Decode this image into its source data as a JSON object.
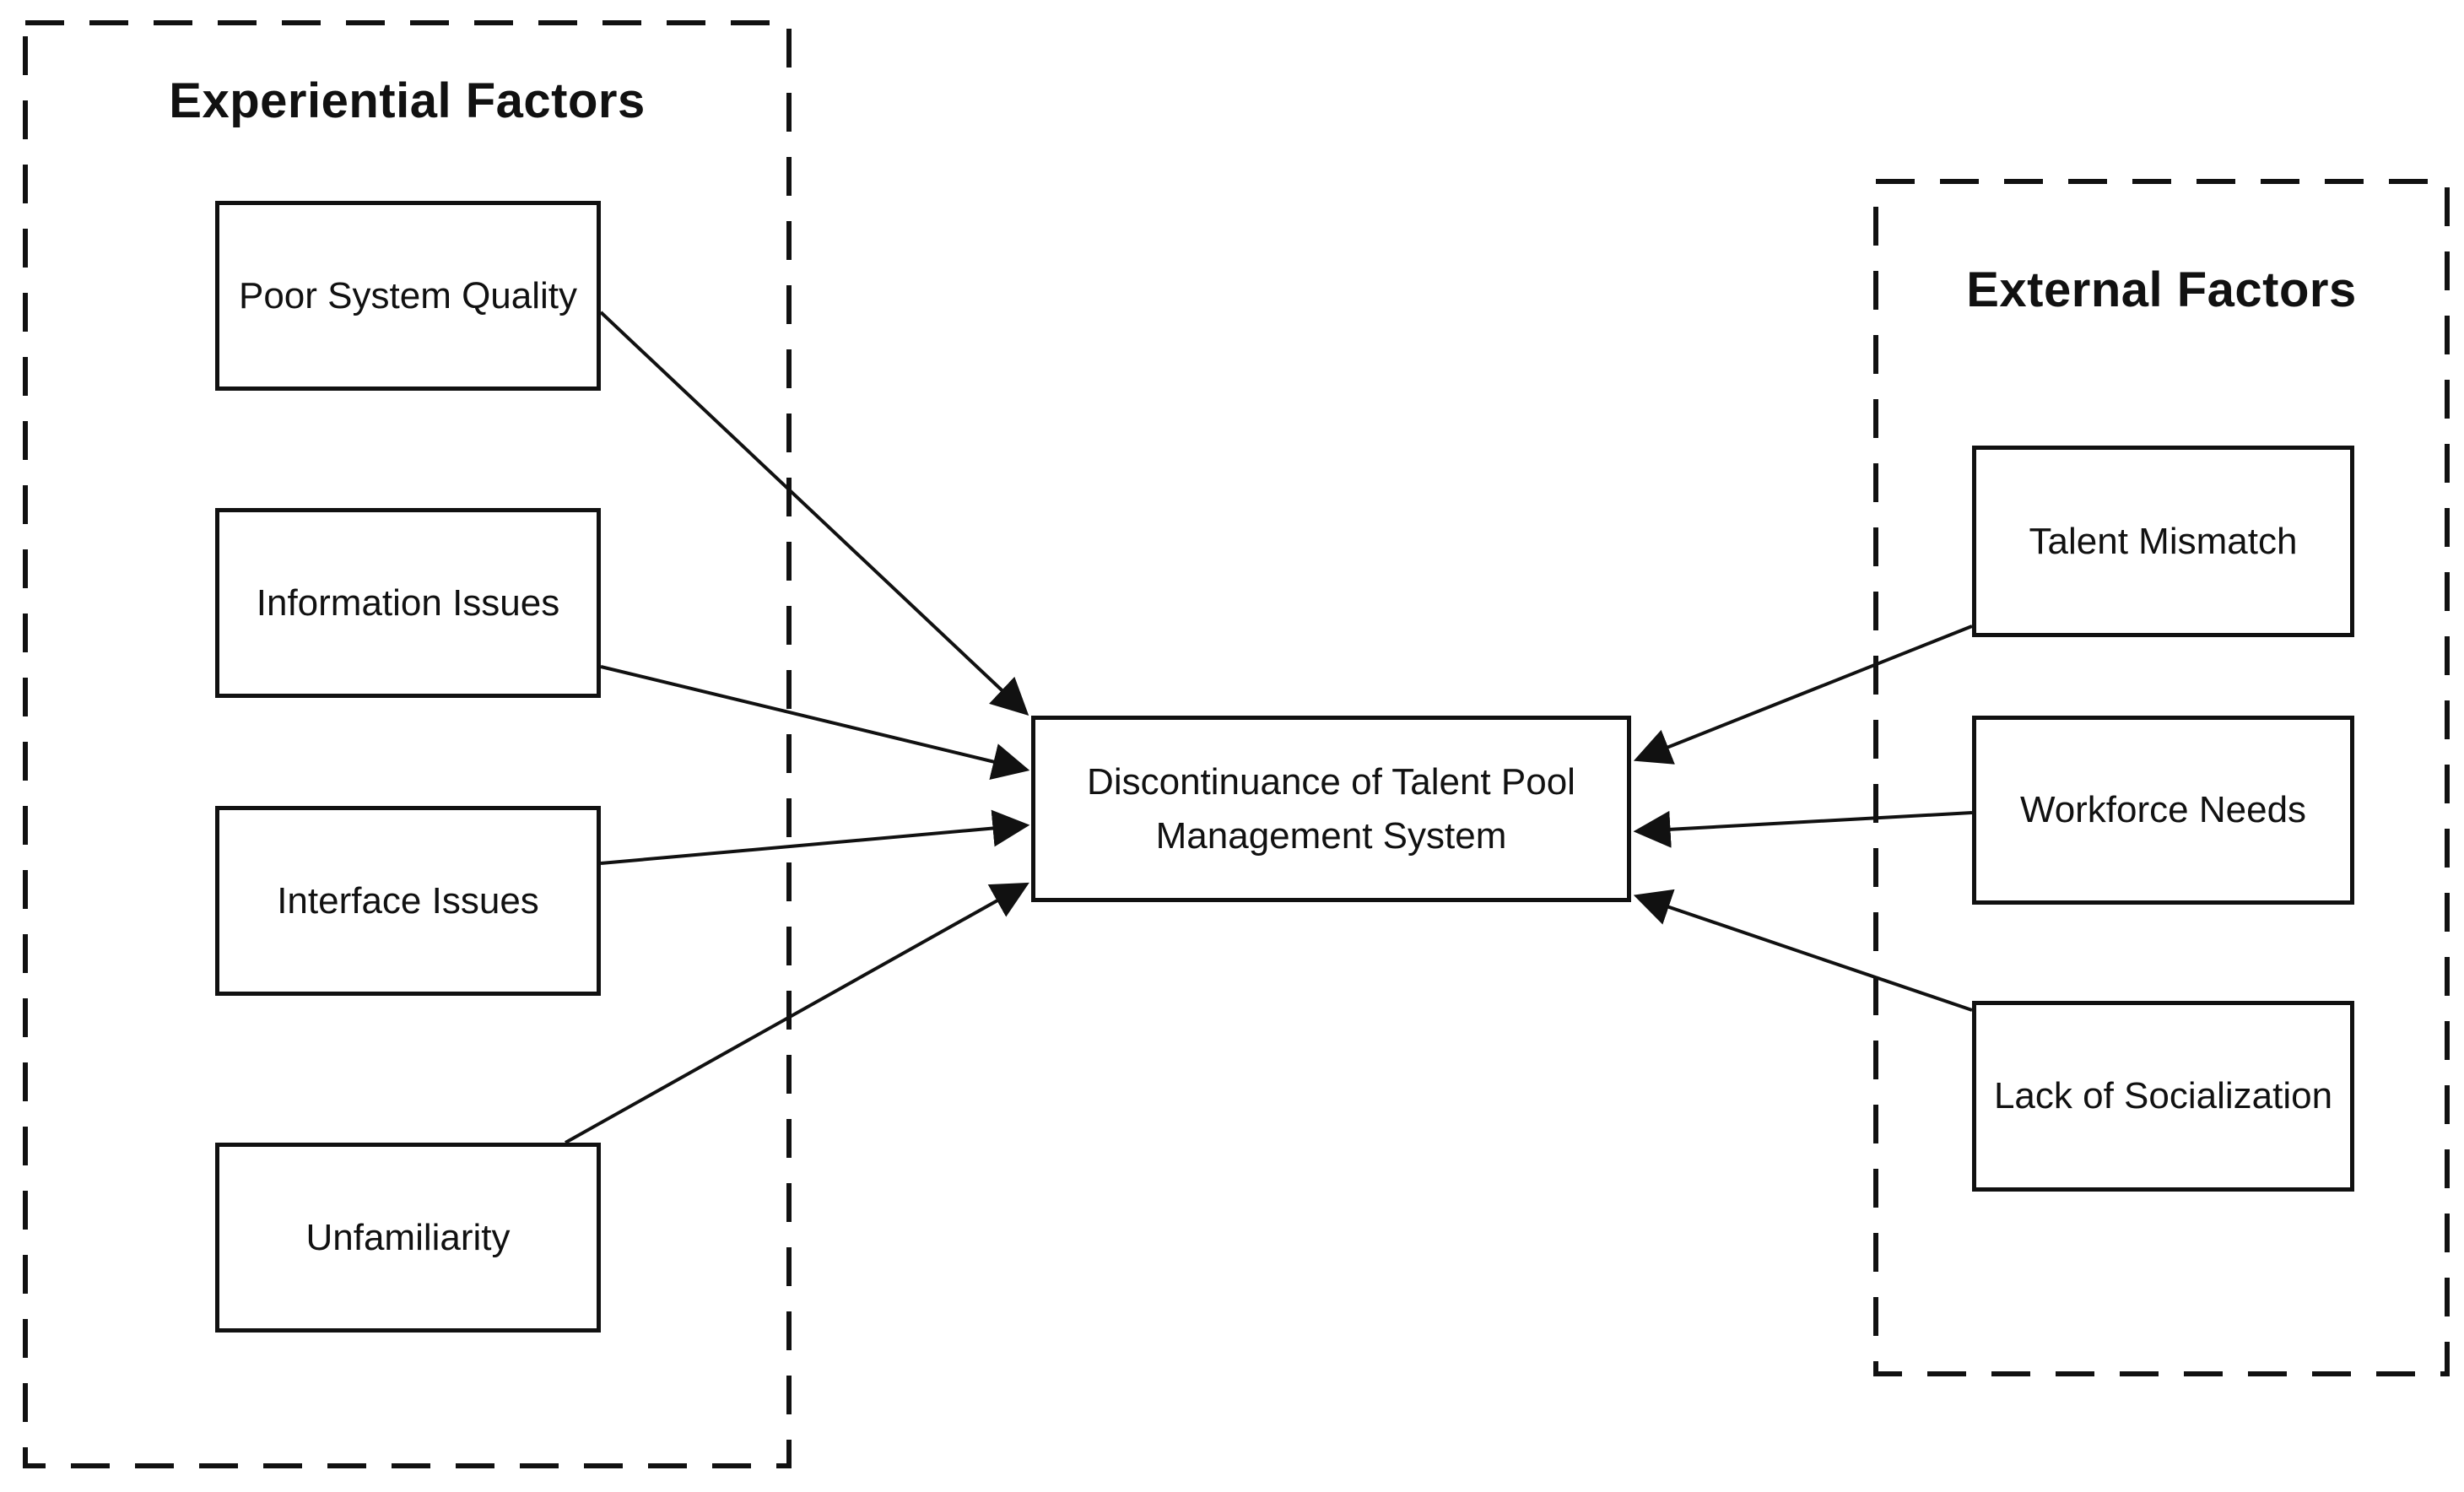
{
  "groups": {
    "experiential": {
      "title": "Experiential Factors",
      "items": [
        "Poor System Quality",
        "Information Issues",
        "Interface Issues",
        "Unfamiliarity"
      ]
    },
    "external": {
      "title": "External Factors",
      "items": [
        "Talent Mismatch",
        "Workforce Needs",
        "Lack of Socialization"
      ]
    }
  },
  "center": {
    "label": "Discontinuance of Talent Pool Management System",
    "lines": [
      "Discontinuance of Talent Pool",
      "Management System"
    ]
  },
  "edges": [
    {
      "from": "Poor System Quality",
      "to": "Discontinuance of Talent Pool Management System"
    },
    {
      "from": "Information Issues",
      "to": "Discontinuance of Talent Pool Management System"
    },
    {
      "from": "Interface Issues",
      "to": "Discontinuance of Talent Pool Management System"
    },
    {
      "from": "Unfamiliarity",
      "to": "Discontinuance of Talent Pool Management System"
    },
    {
      "from": "Talent Mismatch",
      "to": "Discontinuance of Talent Pool Management System"
    },
    {
      "from": "Workforce Needs",
      "to": "Discontinuance of Talent Pool Management System"
    },
    {
      "from": "Lack of Socialization",
      "to": "Discontinuance of Talent Pool Management System"
    }
  ],
  "colors": {
    "stroke": "#111111",
    "background": "#ffffff"
  }
}
